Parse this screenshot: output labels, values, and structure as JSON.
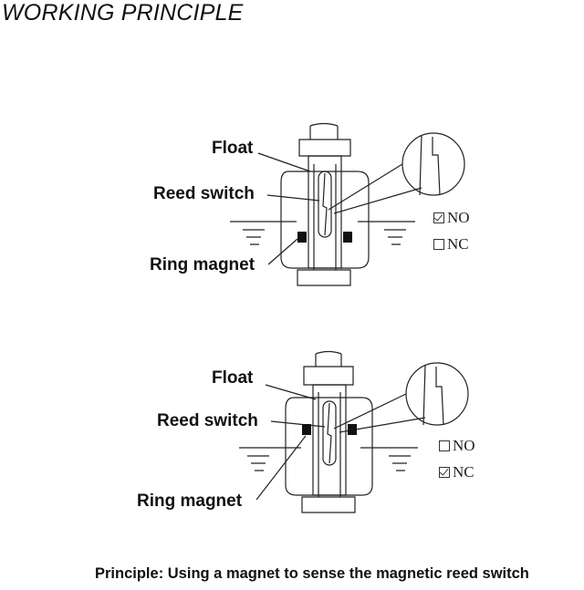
{
  "title": "WORKING PRINCIPLE",
  "diagrams": [
    {
      "labels": {
        "float": "Float",
        "reed_switch": "Reed switch",
        "ring_magnet": "Ring magnet"
      },
      "options": [
        {
          "text": "NO",
          "checked": true
        },
        {
          "text": "NC",
          "checked": false
        }
      ]
    },
    {
      "labels": {
        "float": "Float",
        "reed_switch": "Reed switch",
        "ring_magnet": "Ring magnet"
      },
      "options": [
        {
          "text": "NO",
          "checked": false
        },
        {
          "text": "NC",
          "checked": true
        }
      ]
    }
  ],
  "caption": "Principle: Using a magnet to sense the magnetic reed switch"
}
